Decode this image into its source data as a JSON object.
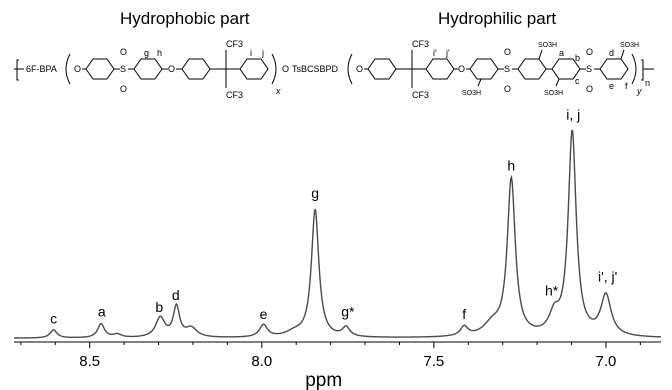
{
  "structure": {
    "hydrophobic_label": "Hydrophobic part",
    "hydrophilic_label": "Hydrophilic part",
    "end_group": "6F-BPA",
    "linker": "TsBCSBPD",
    "oxygen": "O",
    "sulfonyl_atom": "S",
    "cf3": "CF3",
    "so3h": "SO3H",
    "ring_labels_hydrophobic": [
      "g",
      "h",
      "i",
      "j"
    ],
    "ring_labels_hydrophilic": [
      "i'",
      "j'",
      "a",
      "b",
      "c",
      "d",
      "e",
      "f"
    ],
    "subscript_x": "x",
    "subscript_y": "y",
    "subscript_n": "n"
  },
  "chart_data": {
    "type": "line",
    "title": "",
    "xlabel": "ppm",
    "ylabel": "",
    "xlim": [
      8.72,
      6.84
    ],
    "x_reversed": true,
    "xticks": [
      8.5,
      8.0,
      7.5,
      7.0
    ],
    "xtick_labels": [
      "8.5",
      "8.0",
      "7.5",
      "7.0"
    ],
    "grid": false,
    "baseline": 0.016,
    "series": [
      {
        "peaks": [
          {
            "label": "c",
            "x": 8.605,
            "height": 0.035,
            "width": 0.012
          },
          {
            "label": "a",
            "x": 8.467,
            "height": 0.06,
            "width": 0.012
          },
          {
            "label": "",
            "x": 8.42,
            "height": 0.014,
            "width": 0.015
          },
          {
            "label": "b",
            "x": 8.295,
            "height": 0.085,
            "width": 0.016
          },
          {
            "label": "d",
            "x": 8.248,
            "height": 0.13,
            "width": 0.011
          },
          {
            "label": "",
            "x": 8.205,
            "height": 0.04,
            "width": 0.02
          },
          {
            "label": "e",
            "x": 7.995,
            "height": 0.053,
            "width": 0.014
          },
          {
            "label": "g",
            "x": 7.845,
            "height": 0.55,
            "width": 0.013
          },
          {
            "label": "",
            "x": 7.905,
            "height": 0.02,
            "width": 0.03
          },
          {
            "label": "g*",
            "x": 7.755,
            "height": 0.04,
            "width": 0.013
          },
          {
            "label": "f",
            "x": 7.412,
            "height": 0.04,
            "width": 0.013
          },
          {
            "label": "",
            "x": 7.33,
            "height": 0.05,
            "width": 0.03
          },
          {
            "label": "h",
            "x": 7.275,
            "height": 0.675,
            "width": 0.014
          },
          {
            "label": "h*",
            "x": 7.15,
            "height": 0.08,
            "width": 0.018
          },
          {
            "label": "i, j",
            "x": 7.098,
            "height": 0.88,
            "width": 0.014
          },
          {
            "label": "i', j'",
            "x": 7.0,
            "height": 0.175,
            "width": 0.018
          }
        ]
      }
    ],
    "peak_labels": [
      {
        "text": "c",
        "x": 8.605,
        "y": 0.08
      },
      {
        "text": "a",
        "x": 8.465,
        "y": 0.11
      },
      {
        "text": "b",
        "x": 8.298,
        "y": 0.13
      },
      {
        "text": "d",
        "x": 8.25,
        "y": 0.18
      },
      {
        "text": "e",
        "x": 7.995,
        "y": 0.1
      },
      {
        "text": "g",
        "x": 7.845,
        "y": 0.62
      },
      {
        "text": "g*",
        "x": 7.75,
        "y": 0.11
      },
      {
        "text": "f",
        "x": 7.412,
        "y": 0.1
      },
      {
        "text": "h",
        "x": 7.275,
        "y": 0.74
      },
      {
        "text": "h*",
        "x": 7.158,
        "y": 0.2
      },
      {
        "text": "i, j",
        "x": 7.095,
        "y": 0.96
      },
      {
        "text": "i', j'",
        "x": 6.995,
        "y": 0.26
      }
    ]
  }
}
